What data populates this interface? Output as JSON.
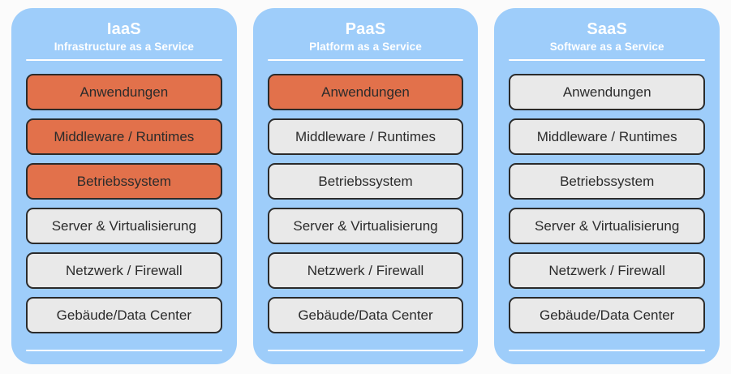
{
  "diagram": {
    "background_color": "#fbfbfb",
    "panel_color": "#9ecdfa",
    "managed_color": "#e2714b",
    "provider_color": "#e9e9e9",
    "border_color": "#2b2b2b",
    "divider_color": "#ffffff"
  },
  "panels": [
    {
      "id": "iaas",
      "title": "IaaS",
      "subtitle": "Infrastructure as a Service",
      "layers": [
        {
          "label": "Anwendungen",
          "state": "managed"
        },
        {
          "label": "Middleware / Runtimes",
          "state": "managed"
        },
        {
          "label": "Betriebssystem",
          "state": "managed"
        },
        {
          "label": "Server & Virtualisierung",
          "state": "provider"
        },
        {
          "label": "Netzwerk / Firewall",
          "state": "provider"
        },
        {
          "label": "Gebäude/Data Center",
          "state": "provider"
        }
      ]
    },
    {
      "id": "paas",
      "title": "PaaS",
      "subtitle": "Platform as a Service",
      "layers": [
        {
          "label": "Anwendungen",
          "state": "managed"
        },
        {
          "label": "Middleware / Runtimes",
          "state": "provider"
        },
        {
          "label": "Betriebssystem",
          "state": "provider"
        },
        {
          "label": "Server & Virtualisierung",
          "state": "provider"
        },
        {
          "label": "Netzwerk / Firewall",
          "state": "provider"
        },
        {
          "label": "Gebäude/Data Center",
          "state": "provider"
        }
      ]
    },
    {
      "id": "saas",
      "title": "SaaS",
      "subtitle": "Software as a Service",
      "layers": [
        {
          "label": "Anwendungen",
          "state": "provider"
        },
        {
          "label": "Middleware / Runtimes",
          "state": "provider"
        },
        {
          "label": "Betriebssystem",
          "state": "provider"
        },
        {
          "label": "Server & Virtualisierung",
          "state": "provider"
        },
        {
          "label": "Netzwerk / Firewall",
          "state": "provider"
        },
        {
          "label": "Gebäude/Data Center",
          "state": "provider"
        }
      ]
    }
  ]
}
